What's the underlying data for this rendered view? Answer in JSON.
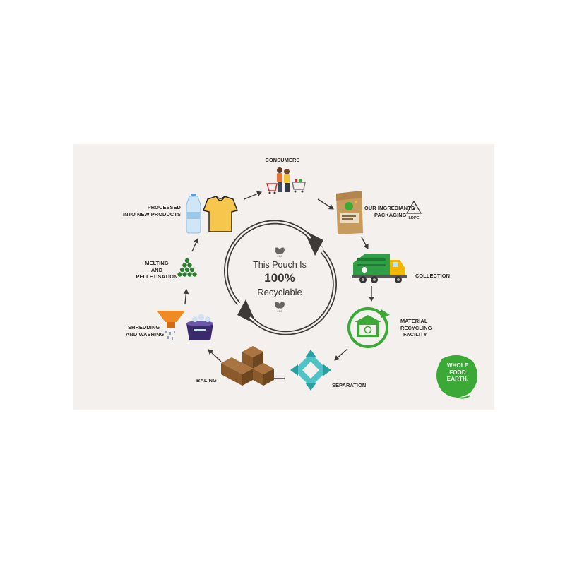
{
  "center": {
    "line1": "This Pouch Is",
    "percent": "100%",
    "line2": "Recyclable",
    "eco_mark": "eco"
  },
  "steps": {
    "consumers": "CONSUMERS",
    "packaging_line1": "OUR INGREDIANTS",
    "packaging_line2": "PACKAGING",
    "recycle_code": "LDPE",
    "recycle_number": "4",
    "collection": "COLLECTION",
    "facility_line1": "MATERIAL",
    "facility_line2": "RECYCLING",
    "facility_line3": "FACILITY",
    "separation": "SEPARATION",
    "baling": "BALING",
    "shredding_line1": "SHREDDING",
    "shredding_line2": "AND WASHING",
    "melting_line1": "MELTING",
    "melting_line2": "AND",
    "melting_line3": "PELLETISATION",
    "processed_line1": "PROCESSED",
    "processed_line2": "INTO NEW PRODUCTS"
  },
  "logo": {
    "line1": "WHOLE",
    "line2": "FOOD",
    "line3": "EARTH."
  },
  "colors": {
    "panel": "#f3f0ee",
    "arrow": "#3d3a38",
    "green": "#3aa935",
    "truck_green": "#2f9e44",
    "truck_yellow": "#f2b705",
    "teal": "#4fc3c5",
    "box_brown": "#8a5a2b",
    "shirt_yellow": "#f7c64d",
    "funnel_orange": "#f08a24",
    "pellet_green": "#2e7d32"
  }
}
